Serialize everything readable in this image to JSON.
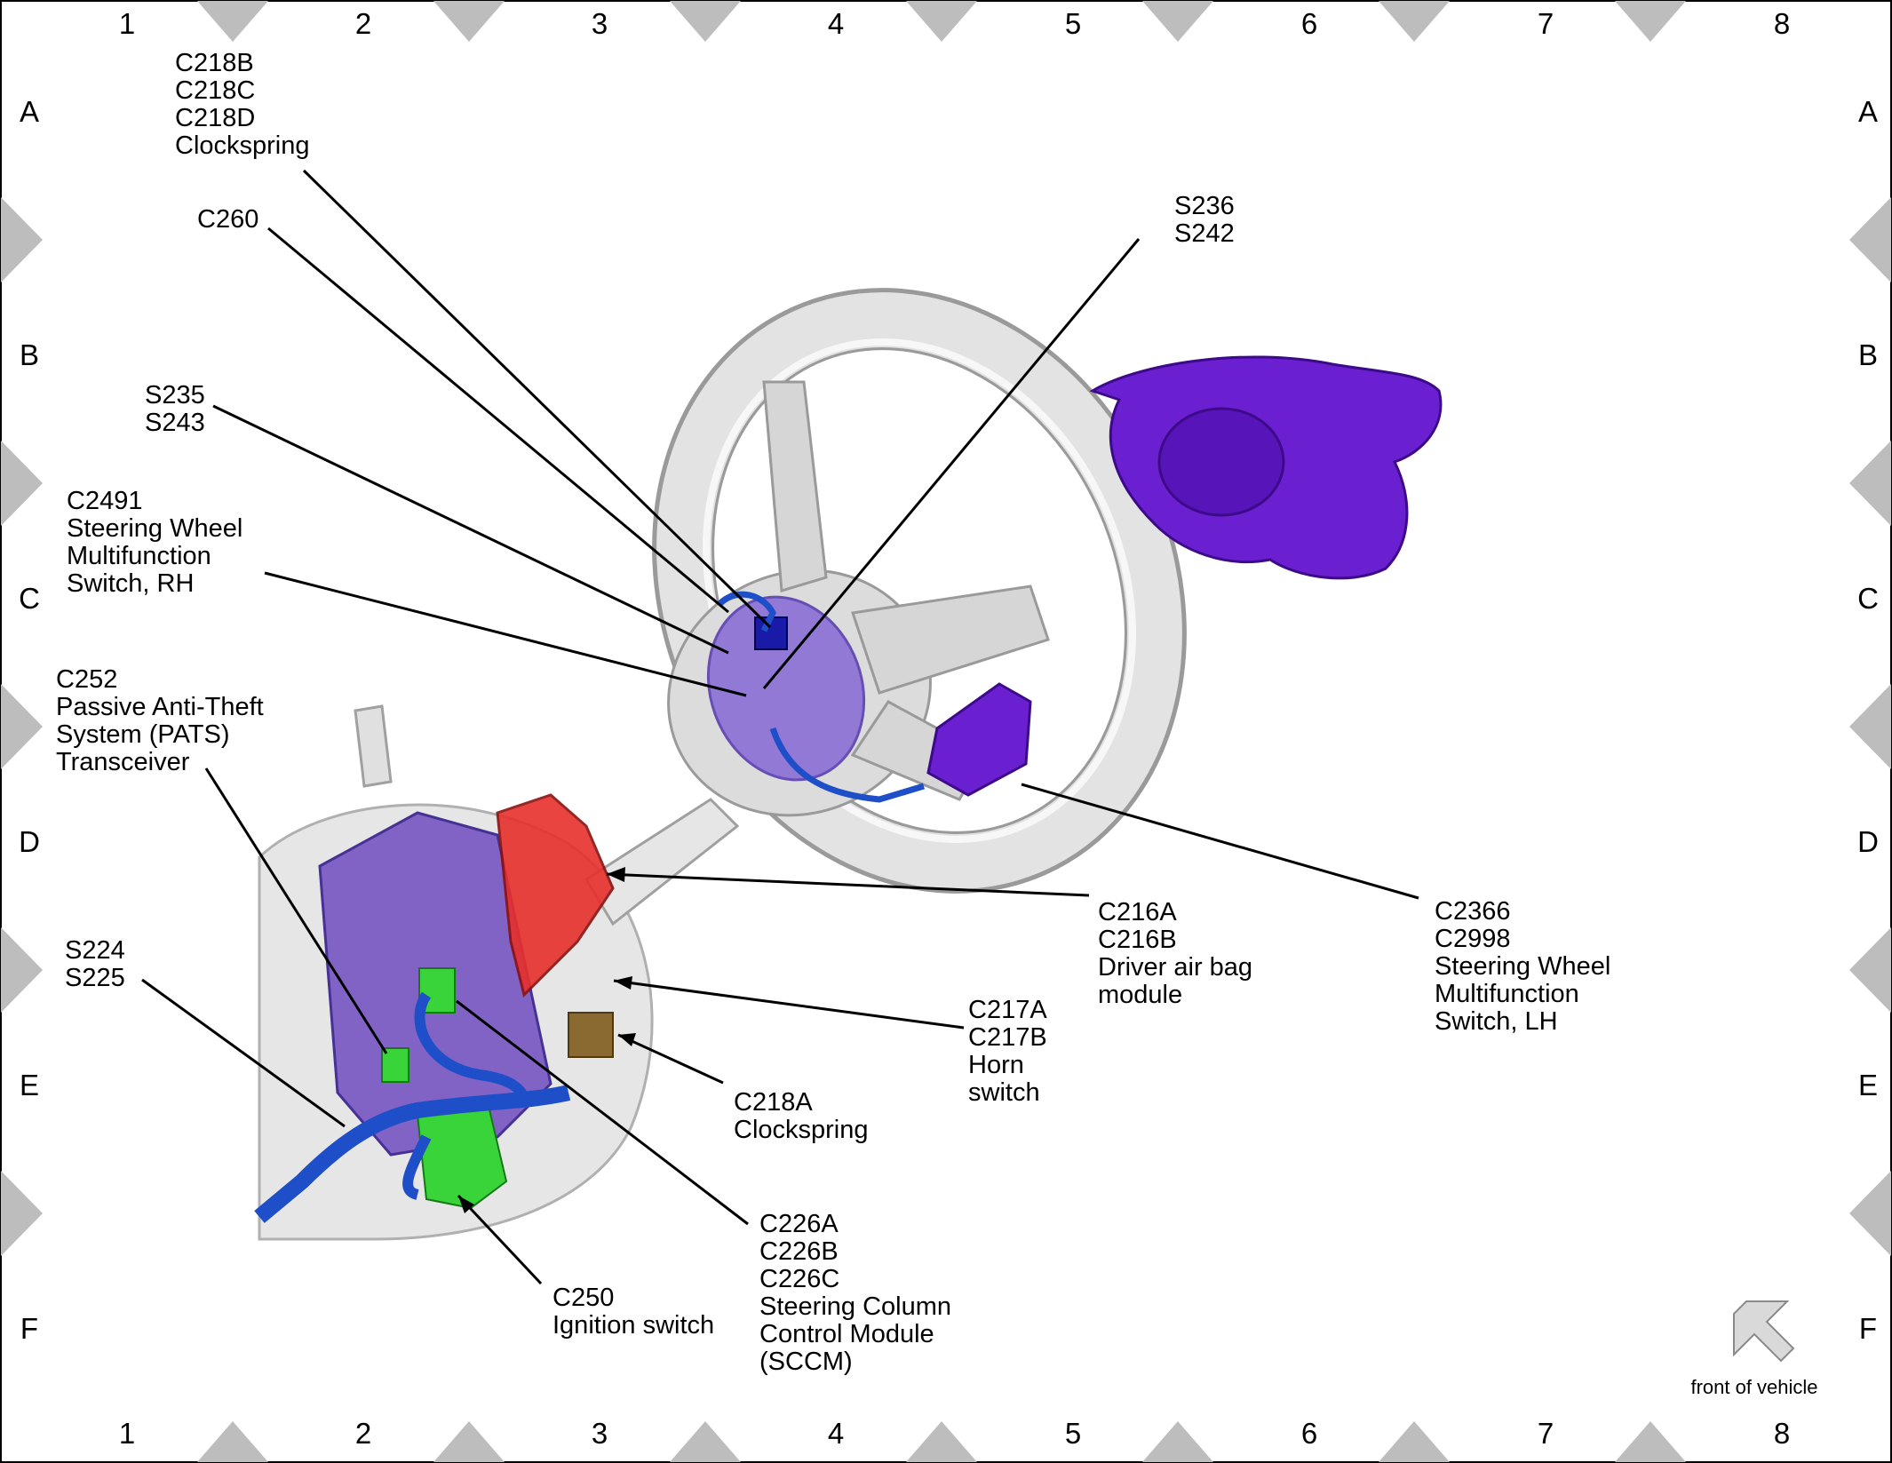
{
  "grid": {
    "columns": [
      "1",
      "2",
      "3",
      "4",
      "5",
      "6",
      "7",
      "8"
    ],
    "rows": [
      "A",
      "B",
      "C",
      "D",
      "E",
      "F"
    ]
  },
  "callouts": [
    {
      "id": "c218b",
      "lines": [
        "C218B",
        "C218C",
        "C218D",
        "Clockspring"
      ]
    },
    {
      "id": "c260",
      "lines": [
        "C260"
      ]
    },
    {
      "id": "s235",
      "lines": [
        "S235",
        "S243"
      ]
    },
    {
      "id": "c2491",
      "lines": [
        "C2491",
        "Steering Wheel",
        "Multifunction",
        "Switch, RH"
      ]
    },
    {
      "id": "c252",
      "lines": [
        "C252",
        "Passive Anti-Theft",
        "System (PATS)",
        "Transceiver"
      ]
    },
    {
      "id": "s224",
      "lines": [
        "S224",
        "S225"
      ]
    },
    {
      "id": "c250",
      "lines": [
        "C250",
        "Ignition switch"
      ]
    },
    {
      "id": "c226",
      "lines": [
        "C226A",
        "C226B",
        "C226C",
        "Steering Column",
        "Control Module",
        "(SCCM)"
      ]
    },
    {
      "id": "c218a",
      "lines": [
        "C218A",
        "Clockspring"
      ]
    },
    {
      "id": "c217",
      "lines": [
        "C217A",
        "C217B",
        "Horn",
        "switch"
      ]
    },
    {
      "id": "c216",
      "lines": [
        "C216A",
        "C216B",
        "Driver air bag",
        "module"
      ]
    },
    {
      "id": "c2366",
      "lines": [
        "C2366",
        "C2998",
        "Steering Wheel",
        "Multifunction",
        "Switch, LH"
      ]
    },
    {
      "id": "s236",
      "lines": [
        "S236",
        "S242"
      ]
    }
  ],
  "front_label": "front of vehicle",
  "colors": {
    "harness": "#1f4fc8",
    "airbag_module": "#6a1fd1",
    "connector_green": "#39d43a",
    "connector_red": "#e8302c",
    "column_module": "#7b5cc4",
    "wheel_grey": "#d9d9d9",
    "frame_tab": "#bdbdbd"
  }
}
